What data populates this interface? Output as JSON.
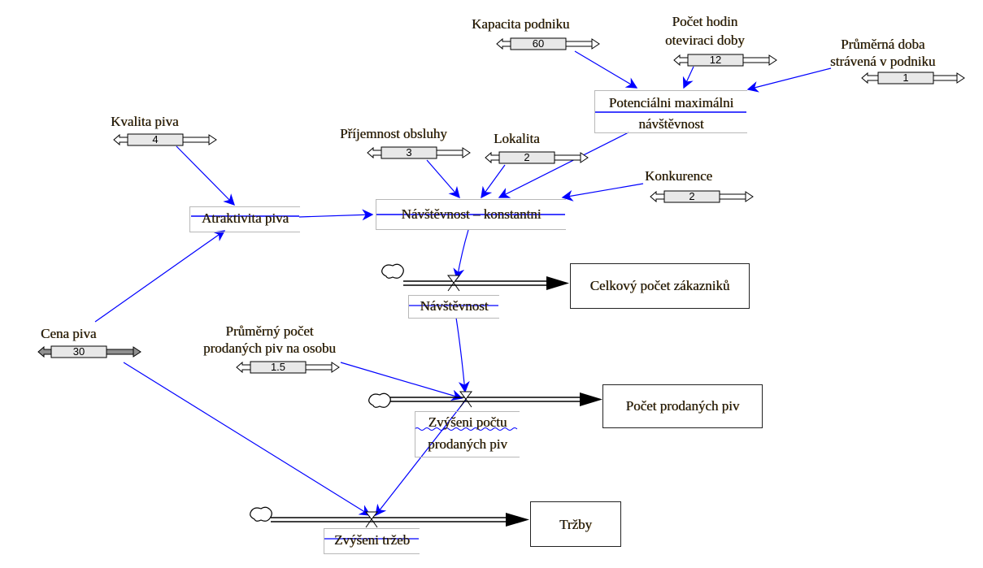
{
  "colors": {
    "link": "#0000ff",
    "flow": "#000000",
    "slider_thumb": "#e8e8e8",
    "slider_track_active": "#909090"
  },
  "constants": [
    {
      "id": "kapacita",
      "label": "Kapacita podniku",
      "value": "60"
    },
    {
      "id": "hodiny",
      "label_lines": [
        "Počet hodin",
        "oteviraci doby"
      ],
      "value": "12"
    },
    {
      "id": "doba",
      "label_lines": [
        "Průměrná doba",
        "strávená v podniku"
      ],
      "value": "1"
    },
    {
      "id": "kvalita",
      "label": "Kvalita piva",
      "value": "4"
    },
    {
      "id": "obsluha",
      "label": "Příjemnost obsluhy",
      "value": "3"
    },
    {
      "id": "lokalita",
      "label": "Lokalita",
      "value": "2"
    },
    {
      "id": "konkurence",
      "label": "Konkurence",
      "value": "2"
    },
    {
      "id": "cena",
      "label": "Cena piva",
      "value": "30"
    },
    {
      "id": "piv_na_osobu",
      "label_lines": [
        "Průměrný počet",
        "prodaných piv na osobu"
      ],
      "value": "1.5"
    }
  ],
  "auxiliaries": [
    {
      "id": "potencialni",
      "label_lines": [
        "Potenciálni maximálni",
        "návštěvnost"
      ]
    },
    {
      "id": "atraktivita",
      "label": "Atraktivita piva"
    },
    {
      "id": "navstevnost_konst",
      "label": "Návštěvnost – konstantni"
    }
  ],
  "flows": [
    {
      "id": "navstevnost",
      "label": "Návštěvnost"
    },
    {
      "id": "zvyseni_piv",
      "label_lines": [
        "Zvýšeni počtu",
        "prodaných piv"
      ]
    },
    {
      "id": "zvyseni_trzeb",
      "label": "Zvýšeni tržeb"
    }
  ],
  "stocks": [
    {
      "id": "zakaznici",
      "label": "Celkový počet zákazniků"
    },
    {
      "id": "prodana_piva",
      "label": "Počet prodaných piv"
    },
    {
      "id": "trzby",
      "label": "Tržby"
    }
  ],
  "links": [
    {
      "from": "Kapacita podniku",
      "to": "Potenciálni maximálni návštěvnost"
    },
    {
      "from": "Počet hodin oteviraci doby",
      "to": "Potenciálni maximálni návštěvnost"
    },
    {
      "from": "Průměrná doba strávená v podniku",
      "to": "Potenciálni maximálni návštěvnost"
    },
    {
      "from": "Kvalita piva",
      "to": "Atraktivita piva"
    },
    {
      "from": "Cena piva",
      "to": "Atraktivita piva"
    },
    {
      "from": "Atraktivita piva",
      "to": "Návštěvnost – konstantni"
    },
    {
      "from": "Příjemnost obsluhy",
      "to": "Návštěvnost – konstantni"
    },
    {
      "from": "Lokalita",
      "to": "Návštěvnost – konstantni"
    },
    {
      "from": "Potenciálni maximálni návštěvnost",
      "to": "Návštěvnost – konstantni"
    },
    {
      "from": "Konkurence",
      "to": "Návštěvnost – konstantni"
    },
    {
      "from": "Návštěvnost – konstantni",
      "to": "Návštěvnost"
    },
    {
      "from": "Návštěvnost",
      "to": "Zvýšeni počtu prodaných piv"
    },
    {
      "from": "Průměrný počet prodaných piv na osobu",
      "to": "Zvýšeni počtu prodaných piv"
    },
    {
      "from": "Cena piva",
      "to": "Zvýšeni tržeb"
    },
    {
      "from": "Zvýšeni počtu prodaných piv",
      "to": "Zvýšeni tržeb"
    }
  ]
}
